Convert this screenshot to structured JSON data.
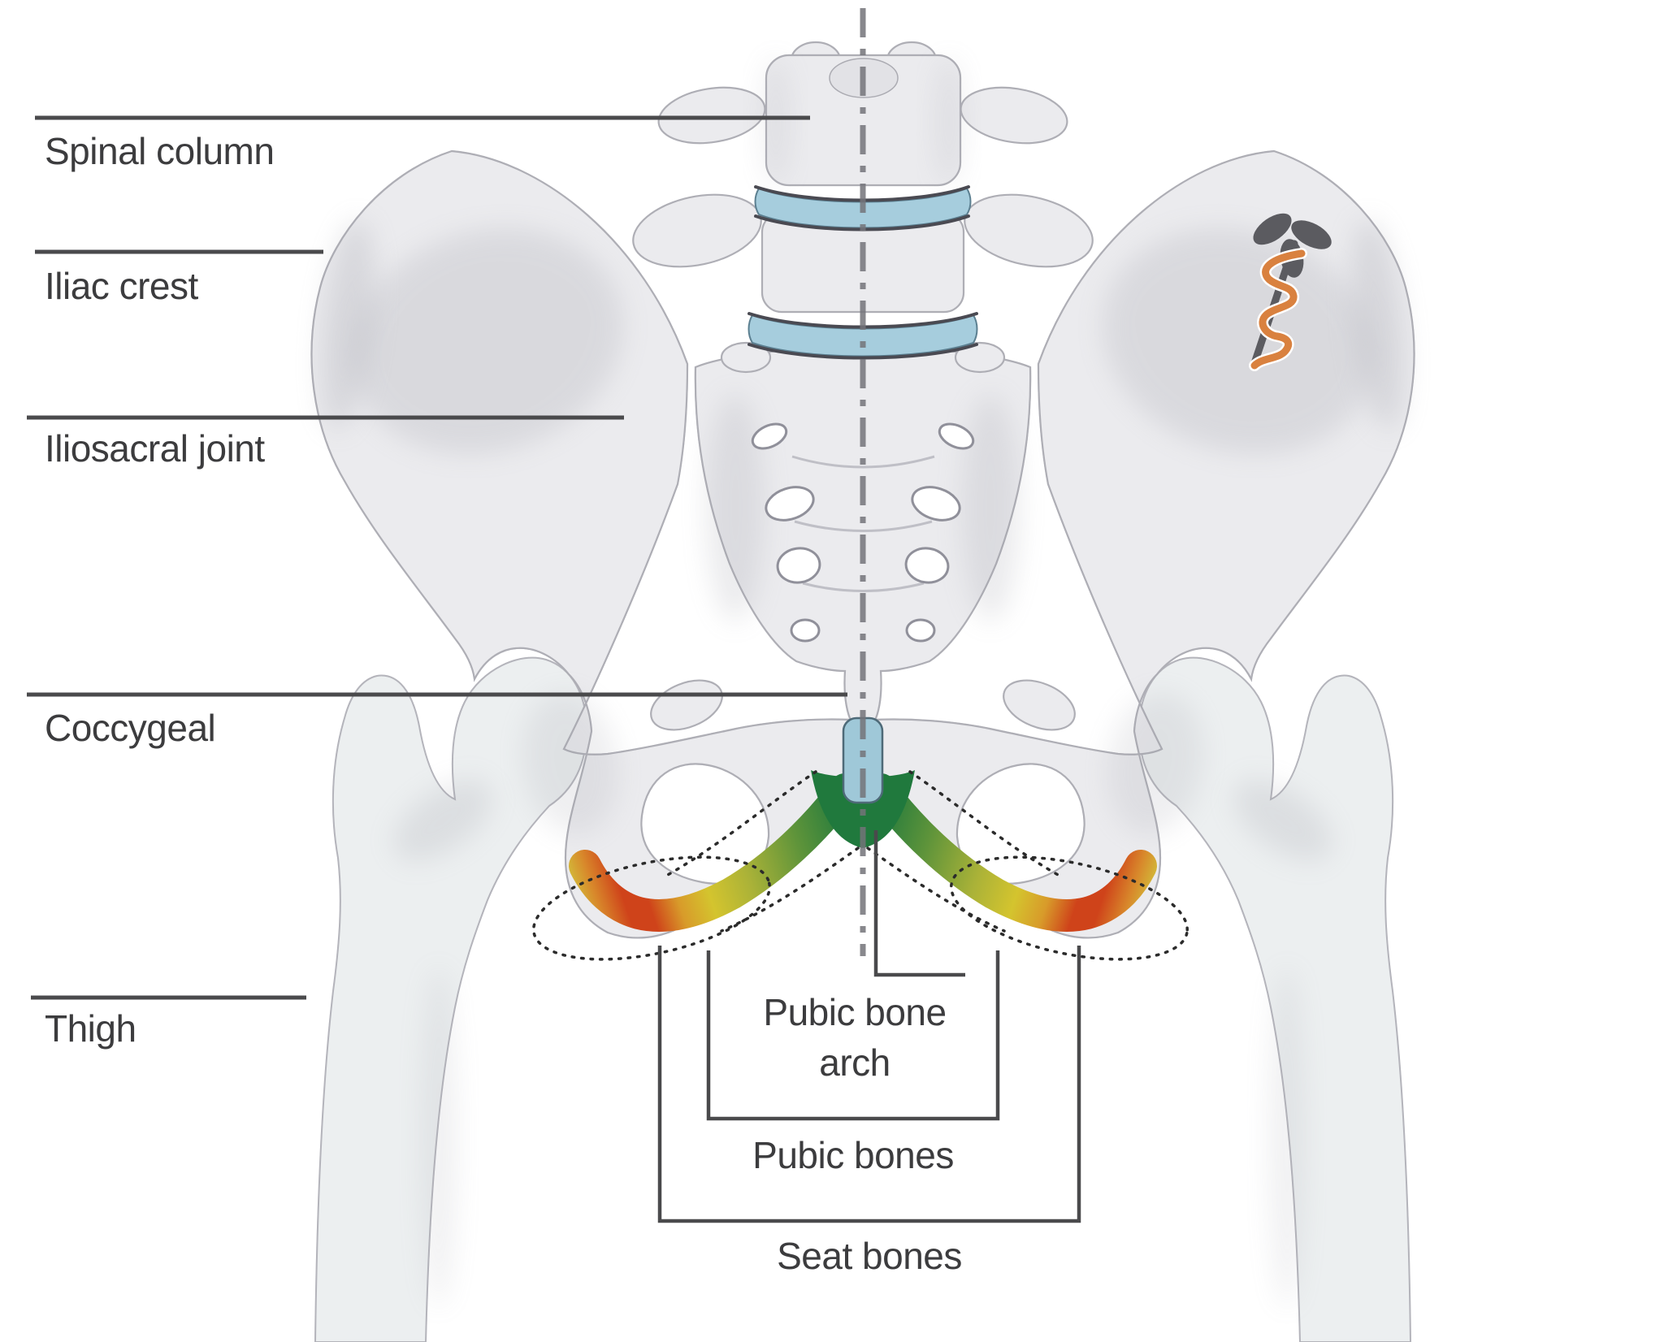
{
  "labels": {
    "spinal_column": "Spinal column",
    "iliac_crest": "Iliac crest",
    "iliosacral_joint": "Iliosacral joint",
    "coccygeal": "Coccygeal",
    "thigh": "Thigh",
    "pubic_bone_arch": {
      "line1": "Pubic bone",
      "line2": "arch"
    },
    "pubic_bones": "Pubic bones",
    "seat_bones": "Seat bones"
  },
  "icons": {
    "medical_logo": "rod-of-asclepius-icon"
  },
  "colors": {
    "background": "#ffffff",
    "bone": "#ebebee",
    "bone_outline": "#aeaeb5",
    "label_text": "#3c3c3e",
    "leader_line": "#4a4a4c",
    "axis_line": "#74747a",
    "disc_blue": "#a6cddd",
    "symphysis_blue": "#9fc8d8",
    "pressure_green": "#20793d",
    "pressure_yellow": "#d4c42e",
    "pressure_orange": "#d89b2a",
    "pressure_red": "#cf431a",
    "snake_orange": "#d9813f",
    "logo_gray": "#5b5b60",
    "dashed_annotation": "#2b2b2b"
  }
}
